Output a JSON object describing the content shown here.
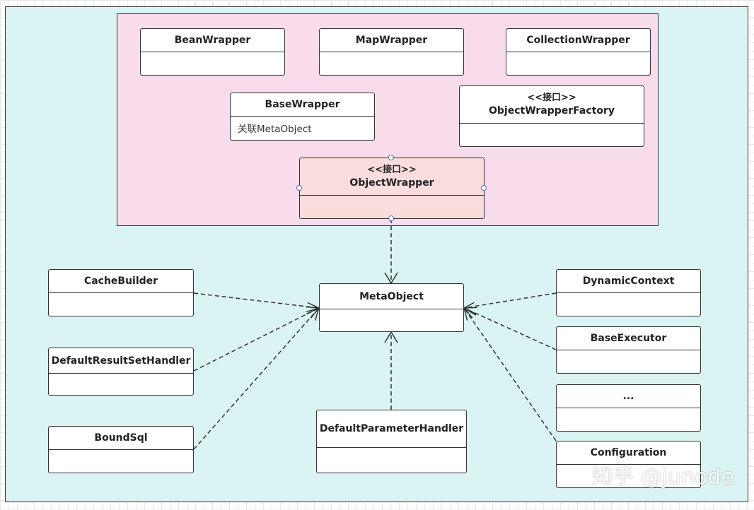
{
  "classes": {
    "bean_wrapper": {
      "name": "BeanWrapper",
      "body": ""
    },
    "map_wrapper": {
      "name": "MapWrapper",
      "body": ""
    },
    "collection_wrapper": {
      "name": "CollectionWrapper",
      "body": ""
    },
    "base_wrapper": {
      "name": "BaseWrapper",
      "body": "关联MetaObject"
    },
    "object_wrapper_factory": {
      "stereotype": "<<接口>>",
      "name": "ObjectWrapperFactory",
      "body": ""
    },
    "object_wrapper": {
      "stereotype": "<<接口>>",
      "name": "ObjectWrapper",
      "body": ""
    },
    "meta_object": {
      "name": "MetaObject",
      "body": ""
    },
    "cache_builder": {
      "name": "CacheBuilder",
      "body": ""
    },
    "default_result_set_handler": {
      "name": "DefaultResultSetHandler",
      "body": ""
    },
    "bound_sql": {
      "name": "BoundSql",
      "body": ""
    },
    "default_parameter_handler": {
      "name": "DefaultParameterHandler",
      "body": ""
    },
    "dynamic_context": {
      "name": "DynamicContext",
      "body": ""
    },
    "base_executor": {
      "name": "BaseExecutor",
      "body": ""
    },
    "ellipsis": {
      "name": "...",
      "body": ""
    },
    "configuration": {
      "name": "Configuration",
      "body": ""
    }
  },
  "watermark": "知乎 @junode",
  "colors": {
    "outer_container": "#daf3f3",
    "wrapper_group": "#f9dcec",
    "interface_box": "#f9dcdc",
    "class_box": "#ffffff",
    "connector": "#333333",
    "selection_handle": "#4a6fb3"
  }
}
